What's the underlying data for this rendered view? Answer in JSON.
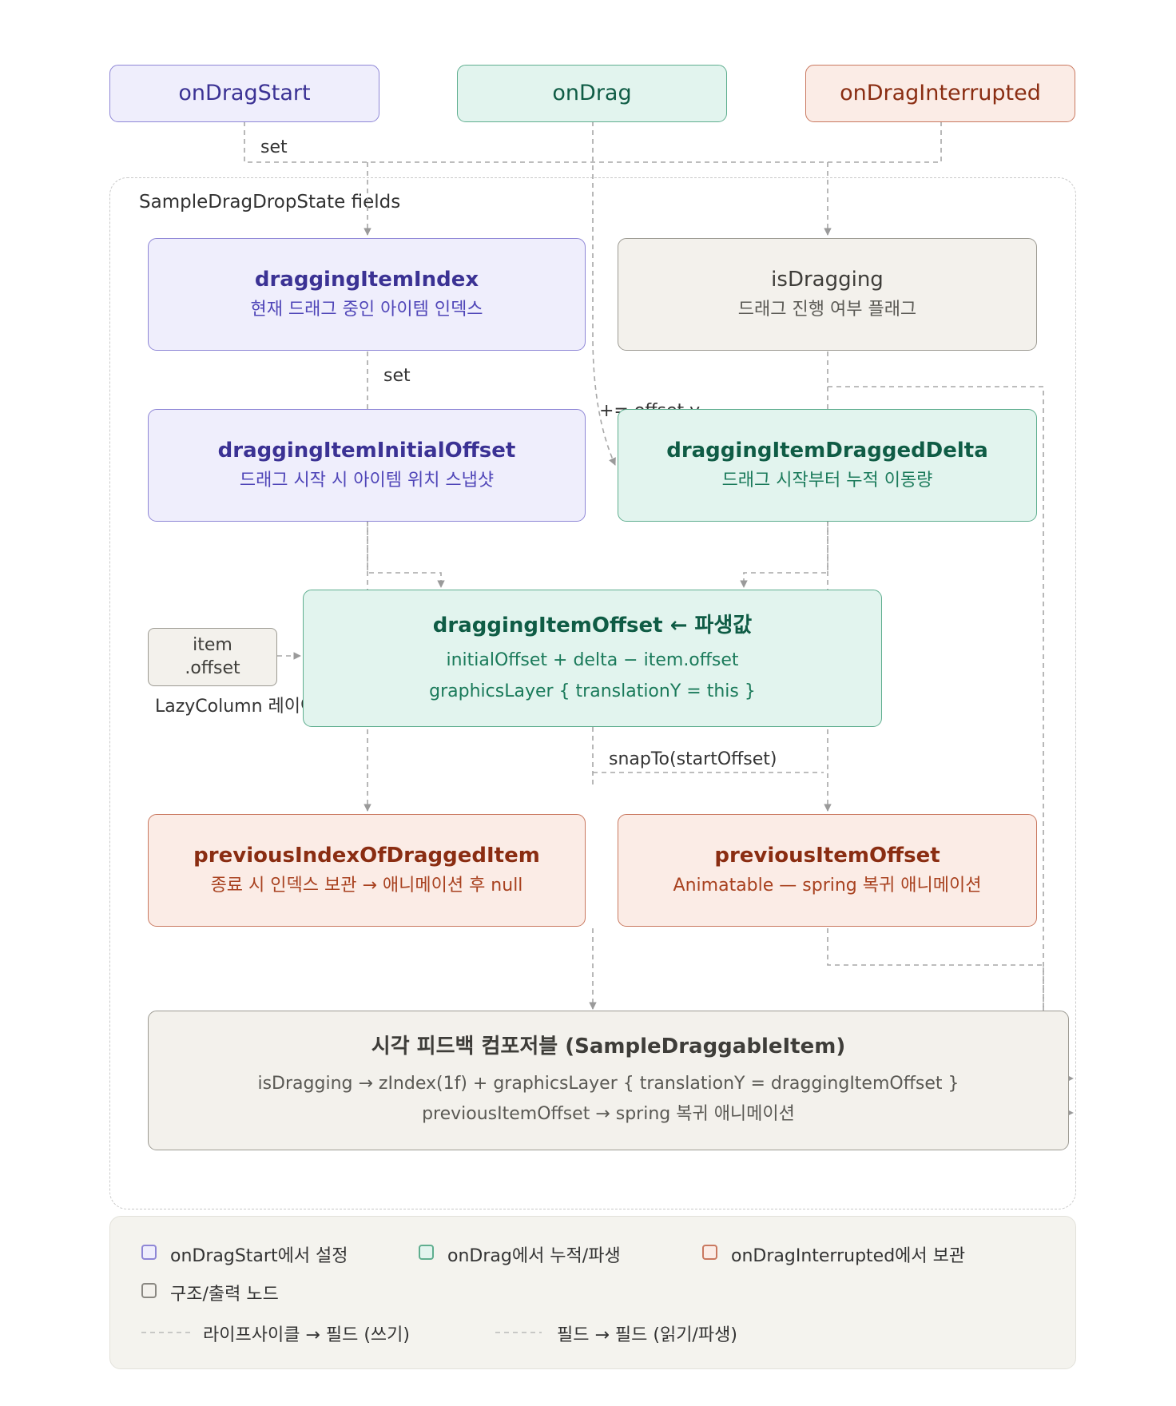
{
  "top": {
    "drag_start": "onDragStart",
    "drag": "onDrag",
    "drag_interrupted": "onDragInterrupted"
  },
  "group_label": "SampleDragDropState fields",
  "fields": {
    "dragging_item_index": {
      "title": "draggingItemIndex",
      "desc": "현재 드래그 중인 아이템 인덱스"
    },
    "is_dragging": {
      "title": "isDragging",
      "desc": "드래그 진행 여부 플래그"
    },
    "dragging_item_initial_offset": {
      "title": "draggingItemInitialOffset",
      "desc": "드래그 시작 시 아이템 위치 스냅샷"
    },
    "dragging_item_dragged_delta": {
      "title": "draggingItemDraggedDelta",
      "desc": "드래그 시작부터 누적 이동량"
    },
    "dragging_item_offset": {
      "title": "draggingItemOffset ← 파생값",
      "line1": "initialOffset + delta − item.offset",
      "line2": "graphicsLayer { translationY = this }"
    },
    "item_offset": {
      "line1": "item",
      "line2": ".offset",
      "caption": "LazyColumn 레이아웃"
    },
    "previous_index": {
      "title": "previousIndexOfDraggedItem",
      "desc": "종료 시 인덱스 보관 → 애니메이션 후 null"
    },
    "previous_item_offset": {
      "title": "previousItemOffset",
      "desc": "Animatable — spring 복귀 애니메이션"
    },
    "composable": {
      "title": "시각 피드백 컴포저블 (SampleDraggableItem)",
      "line1": "isDragging → zIndex(1f) + graphicsLayer { translationY = draggingItemOffset }",
      "line2": "previousItemOffset → spring 복귀 애니메이션"
    }
  },
  "edge_labels": {
    "set_top": "set",
    "set_mid": "set",
    "offset_y": "+= offset.y",
    "snap_to": "snapTo(startOffset)"
  },
  "legend": {
    "purple": "onDragStart에서 설정",
    "green": "onDrag에서 누적/파생",
    "orange": "onDragInterrupted에서 보관",
    "gray": "구조/출력 노드",
    "line1": "라이프사이클 → 필드 (쓰기)",
    "line2": "필드 → 필드 (읽기/파생)"
  },
  "colors": {
    "purple": "#8e86d6",
    "green": "#5fae8f",
    "orange": "#c9785f",
    "gray": "#9c9a92"
  }
}
